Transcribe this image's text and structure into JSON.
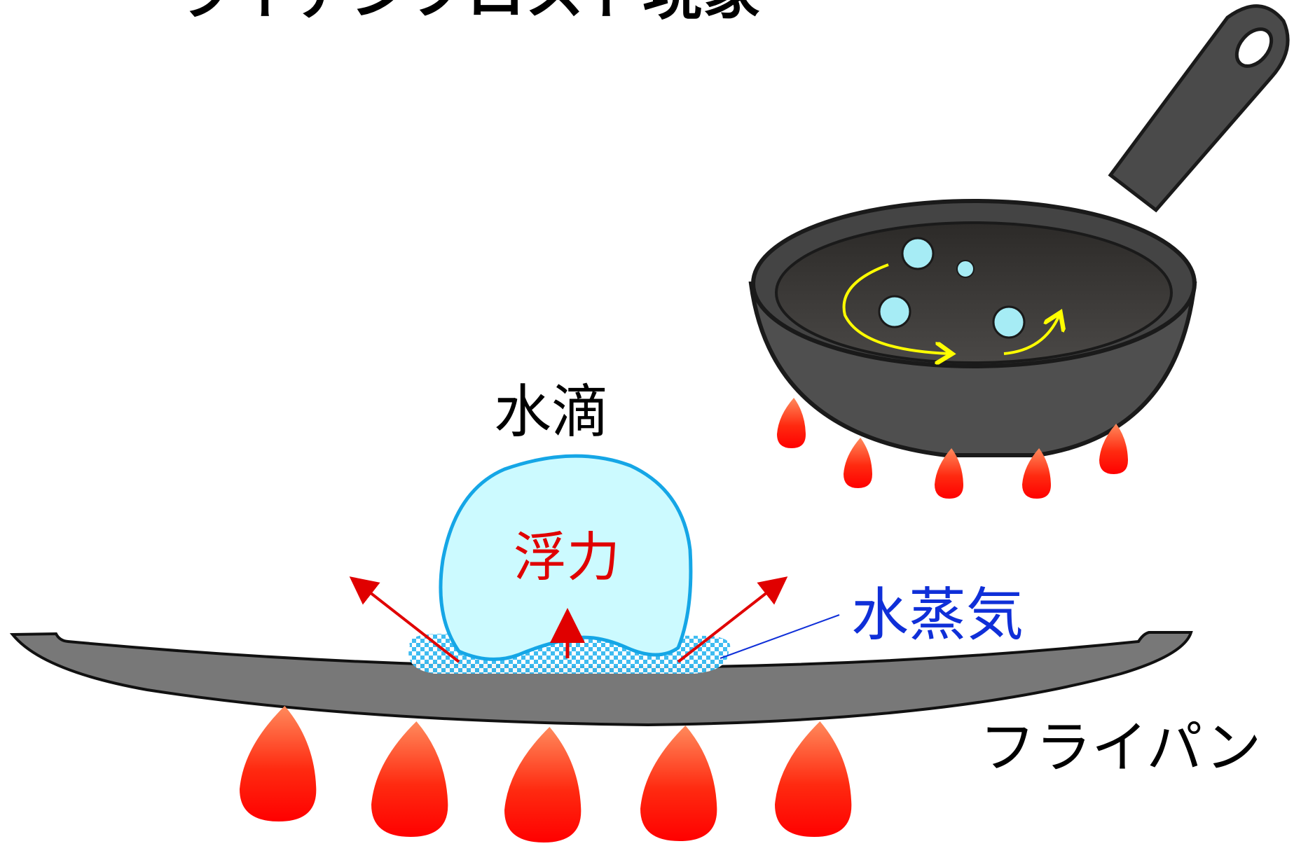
{
  "title": "ライデンフロスト現象",
  "labels": {
    "droplet": "水滴",
    "buoyancy": "浮力",
    "steam": "水蒸気",
    "frying_pan": "フライパン"
  },
  "colors": {
    "flame_top": "#ff8a5c",
    "flame_bottom": "#ff0000",
    "pan_body": "#787878",
    "pan_dark": "#3a3a3a",
    "droplet_fill": "#ccfaff",
    "droplet_edge": "#15a6e6",
    "steam": "#35b8f0",
    "force_arrow": "#e00000",
    "swirl_arrow": "#ffff00",
    "steam_label": "#0f2fd8"
  }
}
